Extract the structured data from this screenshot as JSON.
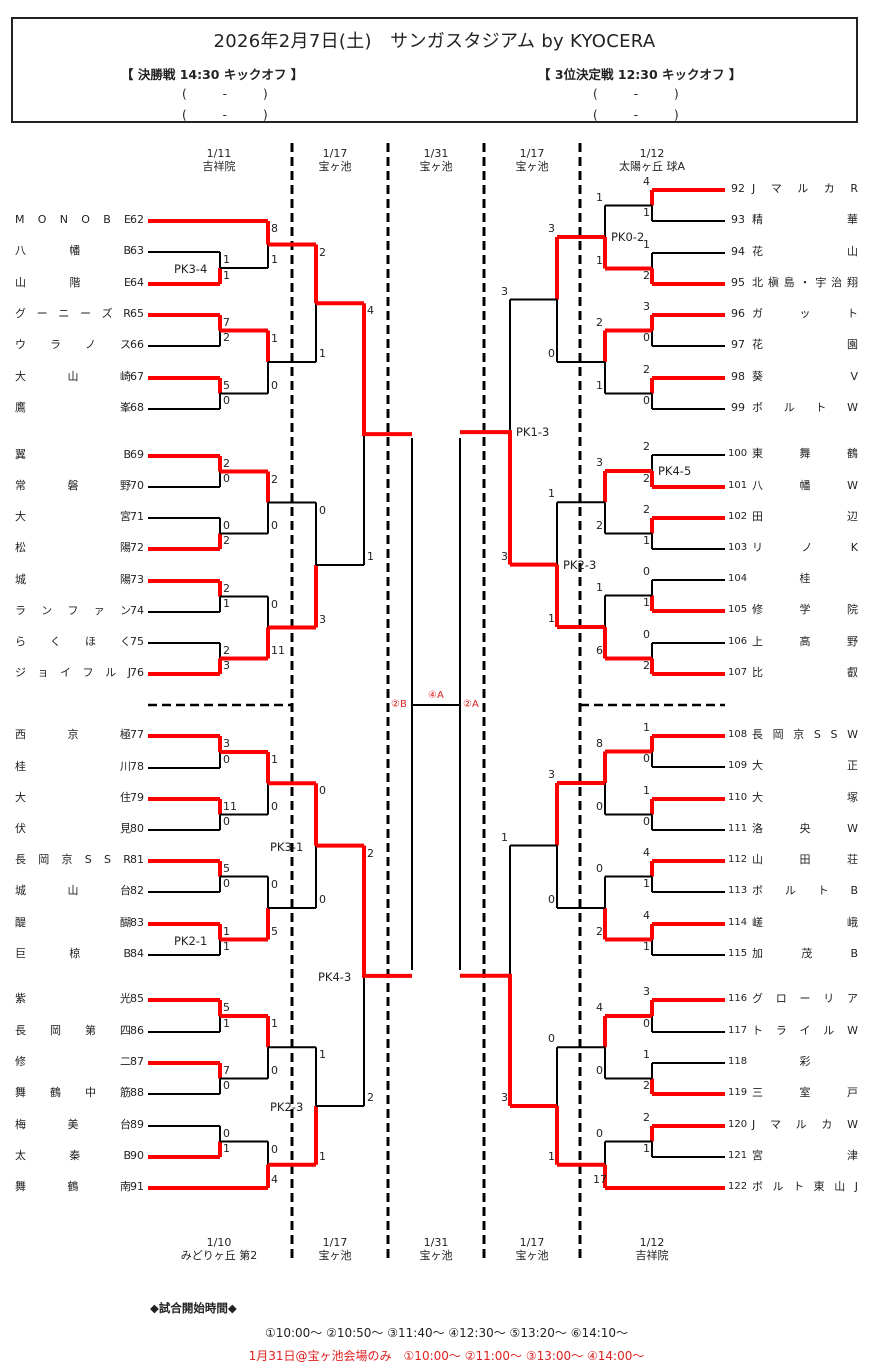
{
  "header": {
    "title": "2026年2月7日(土)　サンガスタジアム by KYOCERA",
    "final_label": "【 決勝戦  14:30  キックオフ 】",
    "third_label": "【 3位決定戦  12:30  キックオフ 】",
    "final_scores": [
      "(　　　-　　　)",
      "(　　　-　　　)"
    ],
    "third_scores": [
      "(　　　-　　　)",
      "(　　　-　　　)"
    ]
  },
  "column_headers_top": [
    {
      "date": "1/11",
      "venue": "吉祥院"
    },
    {
      "date": "1/17",
      "venue": "宝ヶ池"
    },
    {
      "date": "1/31",
      "venue": "宝ヶ池"
    },
    {
      "date": "1/17",
      "venue": "宝ヶ池"
    },
    {
      "date": "1/12",
      "venue": "太陽ヶ丘 球A"
    }
  ],
  "column_headers_bottom": [
    {
      "date": "1/10",
      "venue": "みどりヶ丘 第2"
    },
    {
      "date": "1/17",
      "venue": "宝ヶ池"
    },
    {
      "date": "1/31",
      "venue": "宝ヶ池"
    },
    {
      "date": "1/17",
      "venue": "宝ヶ池"
    },
    {
      "date": "1/12",
      "venue": "吉祥院"
    }
  ],
  "left_teams": [
    {
      "num": "62",
      "name": [
        "M",
        "O",
        "N",
        "O",
        "B",
        "E"
      ]
    },
    {
      "num": "63",
      "name": [
        "八",
        "幡",
        "B"
      ]
    },
    {
      "num": "64",
      "name": [
        "山",
        "階",
        "E"
      ]
    },
    {
      "num": "65",
      "name": [
        "グ",
        "ー",
        "ニ",
        "ー",
        "ズ",
        "R"
      ]
    },
    {
      "num": "66",
      "name": [
        "ウ",
        "ラ",
        "ノ",
        "ス"
      ]
    },
    {
      "num": "67",
      "name": [
        "大",
        "山",
        "崎"
      ]
    },
    {
      "num": "68",
      "name": [
        "鷹",
        "峯"
      ]
    },
    {
      "num": "69",
      "name": [
        "翼",
        "B"
      ]
    },
    {
      "num": "70",
      "name": [
        "常",
        "磐",
        "野"
      ]
    },
    {
      "num": "71",
      "name": [
        "大",
        "宮"
      ]
    },
    {
      "num": "72",
      "name": [
        "松",
        "陽"
      ]
    },
    {
      "num": "73",
      "name": [
        "城",
        "陽"
      ]
    },
    {
      "num": "74",
      "name": [
        "ラ",
        "ン",
        "フ",
        "ァ",
        "ン"
      ]
    },
    {
      "num": "75",
      "name": [
        "ら",
        "く",
        "ほ",
        "く"
      ]
    },
    {
      "num": "76",
      "name": [
        "ジ",
        "ョ",
        "イ",
        "フ",
        "ル",
        "J"
      ]
    },
    {
      "num": "77",
      "name": [
        "西",
        "京",
        "極"
      ]
    },
    {
      "num": "78",
      "name": [
        "桂",
        "川"
      ]
    },
    {
      "num": "79",
      "name": [
        "大",
        "住"
      ]
    },
    {
      "num": "80",
      "name": [
        "伏",
        "見"
      ]
    },
    {
      "num": "81",
      "name": [
        "長",
        "岡",
        "京",
        "S",
        "S",
        "R"
      ]
    },
    {
      "num": "82",
      "name": [
        "城",
        "山",
        "台"
      ]
    },
    {
      "num": "83",
      "name": [
        "醍",
        "醐"
      ]
    },
    {
      "num": "84",
      "name": [
        "巨",
        "椋",
        "B"
      ]
    },
    {
      "num": "85",
      "name": [
        "紫",
        "光"
      ]
    },
    {
      "num": "86",
      "name": [
        "長",
        "岡",
        "第",
        "四"
      ]
    },
    {
      "num": "87",
      "name": [
        "修",
        "二"
      ]
    },
    {
      "num": "88",
      "name": [
        "舞",
        "鶴",
        "中",
        "筋"
      ]
    },
    {
      "num": "89",
      "name": [
        "梅",
        "美",
        "台"
      ]
    },
    {
      "num": "90",
      "name": [
        "太",
        "秦",
        "B"
      ]
    },
    {
      "num": "91",
      "name": [
        "舞",
        "鶴",
        "南"
      ]
    }
  ],
  "right_teams": [
    {
      "num": "92",
      "name": [
        "J",
        "マ",
        "ル",
        "カ",
        "R"
      ]
    },
    {
      "num": "93",
      "name": [
        "精",
        "華"
      ]
    },
    {
      "num": "94",
      "name": [
        "花",
        "山"
      ]
    },
    {
      "num": "95",
      "name": [
        "北",
        "槇",
        "島",
        "・",
        "宇",
        "治",
        "翔"
      ]
    },
    {
      "num": "96",
      "name": [
        "ガ",
        "ッ",
        "ト"
      ]
    },
    {
      "num": "97",
      "name": [
        "花",
        "園"
      ]
    },
    {
      "num": "98",
      "name": [
        "葵",
        "V"
      ]
    },
    {
      "num": "99",
      "name": [
        "ボ",
        "ル",
        "ト",
        "W"
      ]
    },
    {
      "num": "100",
      "name": [
        "東",
        "舞",
        "鶴"
      ]
    },
    {
      "num": "101",
      "name": [
        "八",
        "幡",
        "W"
      ]
    },
    {
      "num": "102",
      "name": [
        "田",
        "辺"
      ]
    },
    {
      "num": "103",
      "name": [
        "リ",
        "ノ",
        "K"
      ]
    },
    {
      "num": "104",
      "name": [
        "",
        "桂",
        ""
      ]
    },
    {
      "num": "105",
      "name": [
        "修",
        "学",
        "院"
      ]
    },
    {
      "num": "106",
      "name": [
        "上",
        "高",
        "野"
      ]
    },
    {
      "num": "107",
      "name": [
        "比",
        "叡"
      ]
    },
    {
      "num": "108",
      "name": [
        "長",
        "岡",
        "京",
        "S",
        "S",
        "W"
      ]
    },
    {
      "num": "109",
      "name": [
        "大",
        "正"
      ]
    },
    {
      "num": "110",
      "name": [
        "大",
        "塚"
      ]
    },
    {
      "num": "111",
      "name": [
        "洛",
        "央",
        "W"
      ]
    },
    {
      "num": "112",
      "name": [
        "山",
        "田",
        "荘"
      ]
    },
    {
      "num": "113",
      "name": [
        "ボ",
        "ル",
        "ト",
        "B"
      ]
    },
    {
      "num": "114",
      "name": [
        "嵯",
        "峨"
      ]
    },
    {
      "num": "115",
      "name": [
        "加",
        "茂",
        "B"
      ]
    },
    {
      "num": "116",
      "name": [
        "グ",
        "ロ",
        "ー",
        "リ",
        "ア"
      ]
    },
    {
      "num": "117",
      "name": [
        "ト",
        "ラ",
        "イ",
        "ル",
        "W"
      ]
    },
    {
      "num": "118",
      "name": [
        "",
        "彩",
        ""
      ]
    },
    {
      "num": "119",
      "name": [
        "三",
        "室",
        "戸"
      ]
    },
    {
      "num": "120",
      "name": [
        "J",
        "マ",
        "ル",
        "カ",
        "W"
      ]
    },
    {
      "num": "121",
      "name": [
        "宮",
        "津"
      ]
    },
    {
      "num": "122",
      "name": [
        "ボ",
        "ル",
        "ト",
        "東",
        "山",
        "J"
      ]
    }
  ],
  "matches": {
    "left": [
      {
        "round": 1,
        "a": "63",
        "b": "64",
        "sa": "1",
        "sb": "1",
        "winner": "b",
        "pk": "PK3-4"
      },
      {
        "round": 1,
        "a": "65",
        "b": "66",
        "sa": "7",
        "sb": "2",
        "winner": "a"
      },
      {
        "round": 1,
        "a": "67",
        "b": "68",
        "sa": "5",
        "sb": "0",
        "winner": "a"
      },
      {
        "round": 1,
        "a": "69",
        "b": "70",
        "sa": "2",
        "sb": "0",
        "winner": "a"
      },
      {
        "round": 1,
        "a": "71",
        "b": "72",
        "sa": "0",
        "sb": "2",
        "winner": "b"
      },
      {
        "round": 1,
        "a": "73",
        "b": "74",
        "sa": "2",
        "sb": "1",
        "winner": "a"
      },
      {
        "round": 1,
        "a": "75",
        "b": "76",
        "sa": "2",
        "sb": "3",
        "winner": "b"
      },
      {
        "round": 1,
        "a": "77",
        "b": "78",
        "sa": "3",
        "sb": "0",
        "winner": "a"
      },
      {
        "round": 1,
        "a": "79",
        "b": "80",
        "sa": "11",
        "sb": "0",
        "winner": "a"
      },
      {
        "round": 1,
        "a": "81",
        "b": "82",
        "sa": "5",
        "sb": "0",
        "winner": "a"
      },
      {
        "round": 1,
        "a": "83",
        "b": "84",
        "sa": "1",
        "sb": "1",
        "winner": "a",
        "pk": "PK2-1"
      },
      {
        "round": 1,
        "a": "85",
        "b": "86",
        "sa": "5",
        "sb": "1",
        "winner": "a"
      },
      {
        "round": 1,
        "a": "87",
        "b": "88",
        "sa": "7",
        "sb": "0",
        "winner": "a"
      },
      {
        "round": 1,
        "a": "89",
        "b": "90",
        "sa": "0",
        "sb": "1",
        "winner": "b"
      },
      {
        "round": 2,
        "a": "62",
        "b": "64",
        "sa": "8",
        "sb": "1",
        "winner": "a"
      },
      {
        "round": 2,
        "a": "65",
        "b": "67",
        "sa": "1",
        "sb": "0",
        "winner": "a"
      },
      {
        "round": 2,
        "a": "69",
        "b": "72",
        "sa": "2",
        "sb": "0",
        "winner": "a"
      },
      {
        "round": 2,
        "a": "73",
        "b": "76",
        "sa": "0",
        "sb": "11",
        "winner": "b"
      },
      {
        "round": 2,
        "a": "77",
        "b": "79",
        "sa": "1",
        "sb": "0",
        "winner": "a"
      },
      {
        "round": 2,
        "a": "81",
        "b": "83",
        "sa": "0",
        "sb": "5",
        "winner": "b"
      },
      {
        "round": 2,
        "a": "85",
        "b": "87",
        "sa": "1",
        "sb": "0",
        "winner": "a"
      },
      {
        "round": 2,
        "a": "90",
        "b": "91",
        "sa": "0",
        "sb": "4",
        "winner": "b"
      },
      {
        "round": 3,
        "a": "62",
        "b": "65",
        "sa": "2",
        "sb": "1",
        "winner": "a"
      },
      {
        "round": 3,
        "a": "69",
        "b": "76",
        "sa": "0",
        "sb": "3",
        "winner": "b"
      },
      {
        "round": 3,
        "a": "77",
        "b": "83",
        "sa": "0",
        "sb": "0",
        "winner": "a",
        "pk": "PK3-1"
      },
      {
        "round": 3,
        "a": "85",
        "b": "91",
        "sa": "1",
        "sb": "1",
        "winner": "b",
        "pk": "PK2-3"
      },
      {
        "round": 4,
        "a": "62",
        "b": "76",
        "sa": "4",
        "sb": "1",
        "winner": "a"
      },
      {
        "round": 4,
        "a": "77",
        "b": "91",
        "sa": "2",
        "sb": "2",
        "winner": "a",
        "pk": "PK4-3"
      }
    ],
    "right": [
      {
        "round": 1,
        "a": "92",
        "b": "93",
        "sa": "4",
        "sb": "1",
        "winner": "a"
      },
      {
        "round": 1,
        "a": "94",
        "b": "95",
        "sa": "1",
        "sb": "2",
        "winner": "b"
      },
      {
        "round": 1,
        "a": "96",
        "b": "97",
        "sa": "3",
        "sb": "0",
        "winner": "a"
      },
      {
        "round": 1,
        "a": "98",
        "b": "99",
        "sa": "2",
        "sb": "0",
        "winner": "a"
      },
      {
        "round": 1,
        "a": "100",
        "b": "101",
        "sa": "2",
        "sb": "2",
        "winner": "b",
        "pk": "PK4-5"
      },
      {
        "round": 1,
        "a": "102",
        "b": "103",
        "sa": "2",
        "sb": "1",
        "winner": "a"
      },
      {
        "round": 1,
        "a": "104",
        "b": "105",
        "sa": "0",
        "sb": "1",
        "winner": "b"
      },
      {
        "round": 1,
        "a": "106",
        "b": "107",
        "sa": "0",
        "sb": "2",
        "winner": "b"
      },
      {
        "round": 1,
        "a": "108",
        "b": "109",
        "sa": "1",
        "sb": "0",
        "winner": "a"
      },
      {
        "round": 1,
        "a": "110",
        "b": "111",
        "sa": "1",
        "sb": "0",
        "winner": "a"
      },
      {
        "round": 1,
        "a": "112",
        "b": "113",
        "sa": "4",
        "sb": "1",
        "winner": "a"
      },
      {
        "round": 1,
        "a": "114",
        "b": "115",
        "sa": "4",
        "sb": "1",
        "winner": "a"
      },
      {
        "round": 1,
        "a": "116",
        "b": "117",
        "sa": "3",
        "sb": "0",
        "winner": "a"
      },
      {
        "round": 1,
        "a": "118",
        "b": "119",
        "sa": "1",
        "sb": "2",
        "winner": "b"
      },
      {
        "round": 1,
        "a": "120",
        "b": "121",
        "sa": "2",
        "sb": "1",
        "winner": "a"
      },
      {
        "round": 2,
        "a": "92",
        "b": "95",
        "sa": "1",
        "sb": "1",
        "winner": "b",
        "pk": "PK0-2"
      },
      {
        "round": 2,
        "a": "96",
        "b": "98",
        "sa": "2",
        "sb": "1",
        "winner": "a"
      },
      {
        "round": 2,
        "a": "101",
        "b": "102",
        "sa": "3",
        "sb": "2",
        "winner": "a"
      },
      {
        "round": 2,
        "a": "105",
        "b": "107",
        "sa": "1",
        "sb": "6",
        "winner": "b"
      },
      {
        "round": 2,
        "a": "108",
        "b": "110",
        "sa": "8",
        "sb": "0",
        "winner": "a"
      },
      {
        "round": 2,
        "a": "112",
        "b": "114",
        "sa": "0",
        "sb": "2",
        "winner": "b"
      },
      {
        "round": 2,
        "a": "116",
        "b": "119",
        "sa": "4",
        "sb": "0",
        "winner": "a"
      },
      {
        "round": 2,
        "a": "120",
        "b": "122",
        "sa": "0",
        "sb": "17",
        "winner": "b"
      },
      {
        "round": 3,
        "a": "95",
        "b": "96",
        "sa": "3",
        "sb": "0",
        "winner": "a"
      },
      {
        "round": 3,
        "a": "101",
        "b": "107",
        "sa": "1",
        "sb": "1",
        "winner": "b",
        "pk": "PK2-3"
      },
      {
        "round": 3,
        "a": "108",
        "b": "114",
        "sa": "3",
        "sb": "0",
        "winner": "a"
      },
      {
        "round": 3,
        "a": "116",
        "b": "122",
        "sa": "0",
        "sb": "1",
        "winner": "b"
      },
      {
        "round": 4,
        "a": "95",
        "b": "107",
        "sa": "3",
        "sb": "3",
        "winner": "b",
        "pk": "PK1-3"
      },
      {
        "round": 4,
        "a": "108",
        "b": "122",
        "sa": "1",
        "sb": "3",
        "winner": "b"
      }
    ]
  },
  "semifinal_slots": {
    "left": "②B",
    "center": "④A",
    "right": "②A"
  },
  "schedule": {
    "title": "◆試合開始時間◆",
    "times": "①10:00～  ②10:50～  ③11:40～  ④12:30～  ⑤13:20～  ⑥14:10～",
    "special": "1月31日@宝ヶ池会場のみ　①10:00～  ②11:00～  ③13:00～  ④14:00～"
  },
  "colors": {
    "winner_line": "#ff0000",
    "line": "#000000",
    "slot_text": "#e02020"
  }
}
